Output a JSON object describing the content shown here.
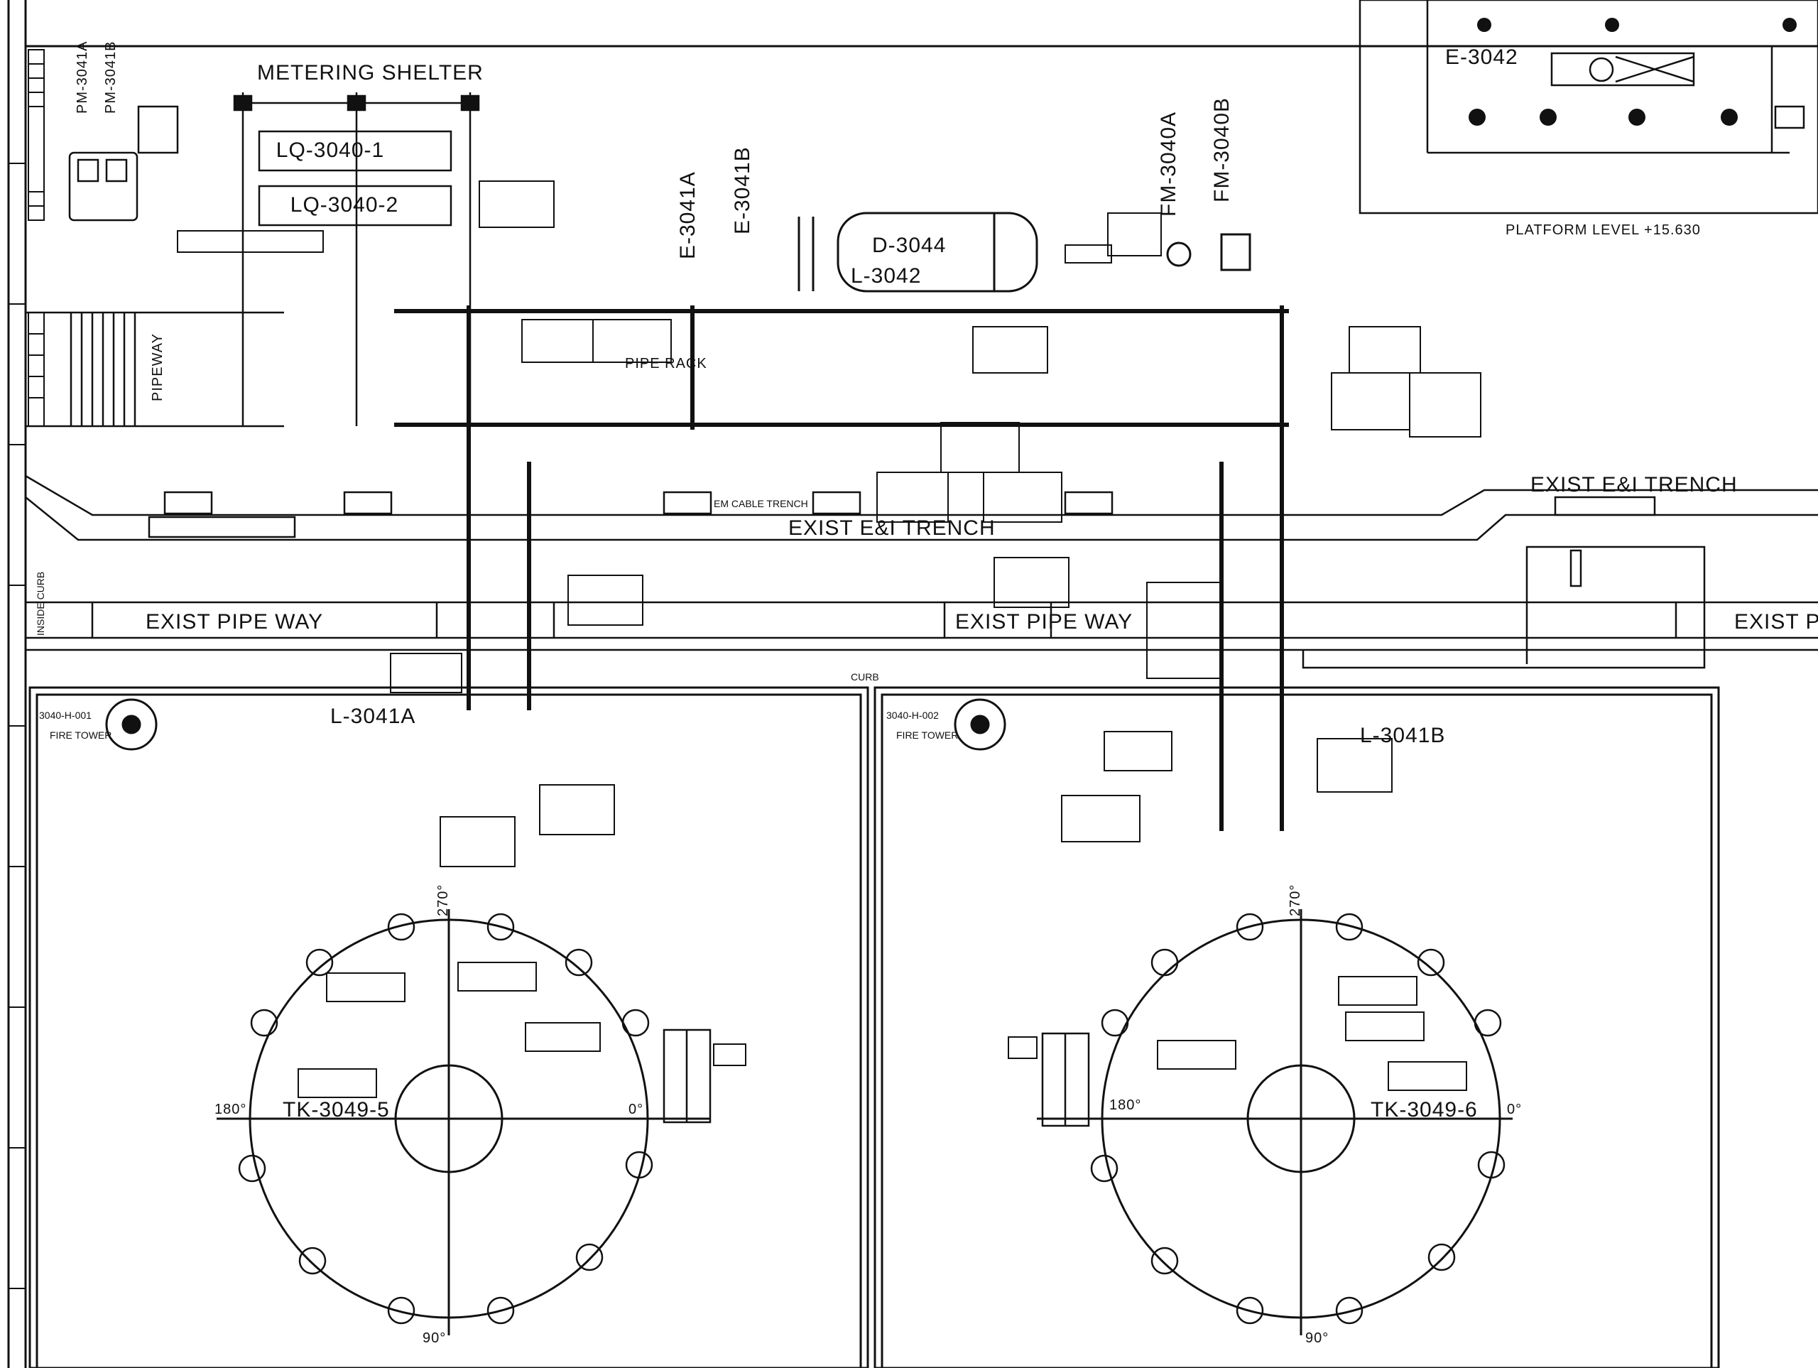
{
  "drawing": {
    "labels": {
      "metering_shelter": "METERING SHELTER",
      "lq_1": "LQ-3040-1",
      "lq_2": "LQ-3040-2",
      "pipeway": "PIPEWAY",
      "e_3041a": "E-3041A",
      "e_3041b": "E-3041B",
      "d_3044": "D-3044",
      "l_3042": "L-3042",
      "fm_3040a": "FM-3040A",
      "fm_3040b": "FM-3040B",
      "e_3042": "E-3042",
      "platform_level": "PLATFORM LEVEL +15.630",
      "pm_3041a": "PM-3041A",
      "pm_3041b": "PM-3041B",
      "exist_ei_trench_1": "EXIST E&I TRENCH",
      "exist_ei_trench_2": "EXIST E&I TRENCH",
      "em_cable_trench": "EM CABLE TRENCH",
      "exist_pipe_way_1": "EXIST PIPE WAY",
      "exist_pipe_way_2": "EXIST PIPE WAY",
      "exist_pi": "EXIST PI",
      "pipe_rack": "PIPE RACK",
      "l_3041a": "L-3041A",
      "l_3041b": "L-3041B",
      "fire_tower_1_tag": "3040-H-001",
      "fire_tower_1_name": "FIRE TOWER",
      "fire_tower_2_tag": "3040-H-002",
      "fire_tower_2_name": "FIRE TOWER",
      "tank_1": "TK-3049-5",
      "tank_2": "TK-3049-6",
      "inside_curb": "INSIDE CURB",
      "curb": "CURB",
      "deg_270": "270°",
      "deg_180": "180°",
      "deg_0": "0°",
      "deg_90": "90°"
    }
  }
}
